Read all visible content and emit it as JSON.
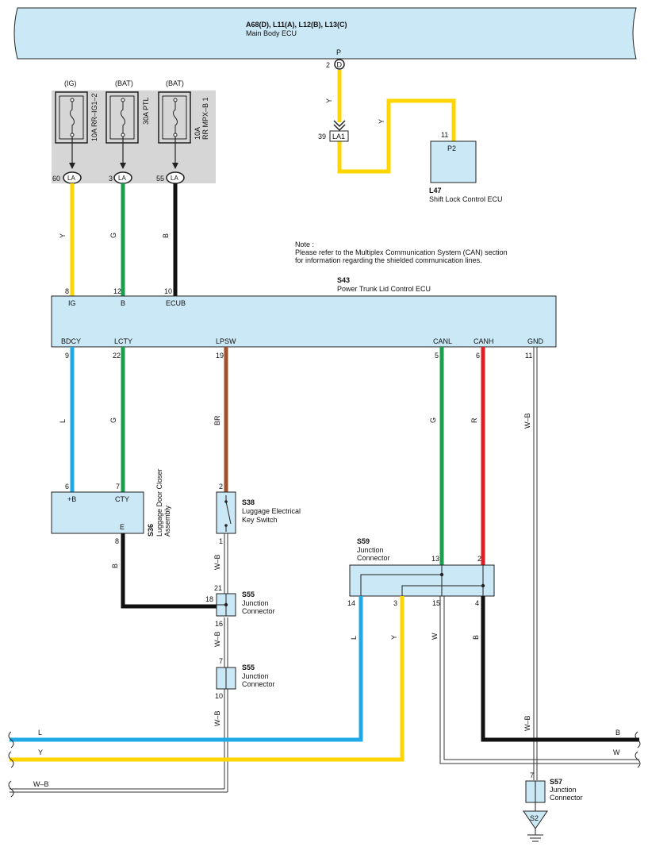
{
  "main_body_ecu": {
    "code": "A68(D), L11(A), L12(B), L13(C)",
    "name": "Main Body ECU",
    "pin_label": "P",
    "pin_no": "2",
    "conn": "D"
  },
  "fuses": {
    "f1": {
      "source": "(IG)",
      "name": "10A RR–IG1–2",
      "pin": "60",
      "conn": "LA",
      "wire": "Y"
    },
    "f2": {
      "source": "(BAT)",
      "name": "30A PTL",
      "pin": "3",
      "conn": "LA",
      "wire": "G"
    },
    "f3": {
      "source": "(BAT)",
      "name_line1": "10A",
      "name_line2": "RR MPX–B 1",
      "pin": "55",
      "conn": "LA",
      "wire": "B"
    }
  },
  "la1": {
    "pin": "39",
    "conn": "LA1"
  },
  "shift_lock": {
    "code": "L47",
    "name": "Shift Lock Control ECU",
    "conn": "P2",
    "pin": "11"
  },
  "wire_y_top": "Y",
  "wire_y_mid": "Y",
  "note": {
    "line1": "Note :",
    "line2": "Please refer to the Multiplex Communication System (CAN) section",
    "line3": "for information regarding the shielded communication lines."
  },
  "ptl_ecu": {
    "code": "S43",
    "name": "Power Trunk Lid Control ECU",
    "top_pins": [
      {
        "no": "8",
        "label": "IG"
      },
      {
        "no": "12",
        "label": "B"
      },
      {
        "no": "10",
        "label": "ECUB"
      }
    ],
    "bottom_pins": [
      {
        "no": "9",
        "label": "BDCY",
        "wire": "L"
      },
      {
        "no": "22",
        "label": "LCTY",
        "wire": "G"
      },
      {
        "no": "19",
        "label": "LPSW",
        "wire": "BR"
      },
      {
        "no": "5",
        "label": "CANL",
        "wire": "G"
      },
      {
        "no": "6",
        "label": "CANH",
        "wire": "R"
      },
      {
        "no": "11",
        "label": "GND",
        "wire": "W–B"
      }
    ]
  },
  "closer": {
    "code": "S36",
    "name_line1": "Luggage Door Closer",
    "name_line2": "Assembly",
    "pin_b": "6",
    "pin_b_label": "+B",
    "pin_cty": "7",
    "pin_cty_label": "CTY",
    "pin_e": "8",
    "pin_e_label": "E",
    "wire_e": "B"
  },
  "key_switch": {
    "code": "S38",
    "name_line1": "Luggage Electrical",
    "name_line2": "Key Switch",
    "pin_top": "2",
    "pin_bottom": "1",
    "wire": "W–B"
  },
  "s55a": {
    "code": "S55",
    "name_line1": "Junction",
    "name_line2": "Connector",
    "pin_top": "21",
    "pin_left": "18",
    "pin_bottom": "16",
    "wire": "W–B"
  },
  "s55b": {
    "code": "S55",
    "name_line1": "Junction",
    "name_line2": "Connector",
    "pin_top": "7",
    "pin_bottom": "10",
    "wire": "W–B"
  },
  "s59": {
    "code": "S59",
    "name_line1": "Junction",
    "name_line2": "Connector",
    "pin_13": "13",
    "pin_2": "2",
    "pin_14": "14",
    "pin_3": "3",
    "pin_15": "15",
    "pin_4": "4",
    "wire_14": "L",
    "wire_3": "Y",
    "wire_15": "W",
    "wire_4": "B"
  },
  "s57": {
    "code": "S57",
    "name_line1": "Junction",
    "name_line2": "Connector",
    "pin": "7",
    "ground": "S2",
    "wire": "W–B"
  },
  "bus": {
    "l": "L",
    "y": "Y",
    "wb": "W–B",
    "b": "B",
    "w": "W"
  },
  "colors": {
    "ecu_fill": "#cbe8f6",
    "fuse_fill": "#d6d6d6",
    "Y": "#ffd500",
    "G": "#1a9f4c",
    "B": "#111111",
    "L": "#1fa9e6",
    "BR": "#a0522d",
    "R": "#e21d24"
  }
}
